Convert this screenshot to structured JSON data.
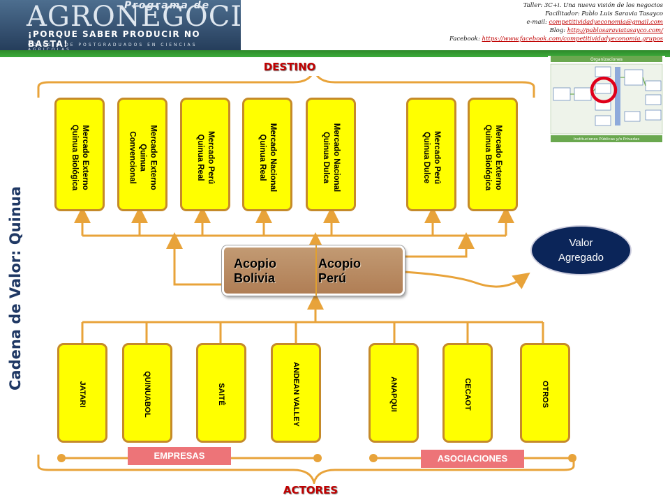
{
  "header": {
    "logo_program": "Programa de",
    "logo_brand": "AGRONEGOCIOS",
    "logo_slogan": "¡PORQUE SABER PRODUCIR NO BASTA!",
    "logo_college": "COLEGIO DE POSTGRADUADOS EN CIENCIAS AGRICOLAS",
    "taller": "Taller: 3C+i. Una nueva visión de los negocios",
    "facilitador": "Facilitador: Pablo Luis Saravia Tasayco",
    "email_label": "e-mail: ",
    "email": "competitividadyeconomia@gmail.com",
    "blog_label": "Blog: ",
    "blog": "http://pablosaraviatasayco.com/",
    "facebook_label": "Facebook: ",
    "facebook": "https://www.facebook.com/competitividadyeconomia.grupos"
  },
  "title": "Cadena de Valor: Quinua",
  "destino_label": "DESTINO",
  "actores_label": "ACTORES",
  "destinations": [
    "Mercado Externo\nQuinua Biológica",
    "Mercado Externo\nQuinua\nConvencional",
    "Mercado Perú\nQuinua Real",
    "Mercado Nacional\nQuinua Real",
    "Mercado Nacional\nQuinua Dulca",
    "Mercado Perú\nQuinua Dulce",
    "Mercado Externo\nQuinua Biológica"
  ],
  "acopio_left": "Acopio\nBolivia",
  "acopio_right": "Acopio\nPerú",
  "valor_agregado": "Valor\nAgregado",
  "actors": [
    "JATARI",
    "QUINUABOL",
    "SAITÉ",
    "ANDEAN VALLEY",
    "ANAPQUI",
    "CECAOT",
    "OTROS"
  ],
  "group_empresas": "EMPRESAS",
  "group_asociaciones": "ASOCIACIONES",
  "thumbnail": {
    "top": "Organizaciones",
    "bottom": "Instituciones Públicas y/o Privadas",
    "highlight_color": "#e0001a"
  },
  "colors": {
    "box_fill": "#ffff00",
    "box_border": "#c58a2a",
    "connector": "#e8a33a",
    "label_red": "#c00000",
    "title_blue": "#1f3864",
    "acopio": "#b88a60",
    "valor": "#0b2559",
    "tag": "#ed7478",
    "green_bar": "#2f8a2b"
  }
}
